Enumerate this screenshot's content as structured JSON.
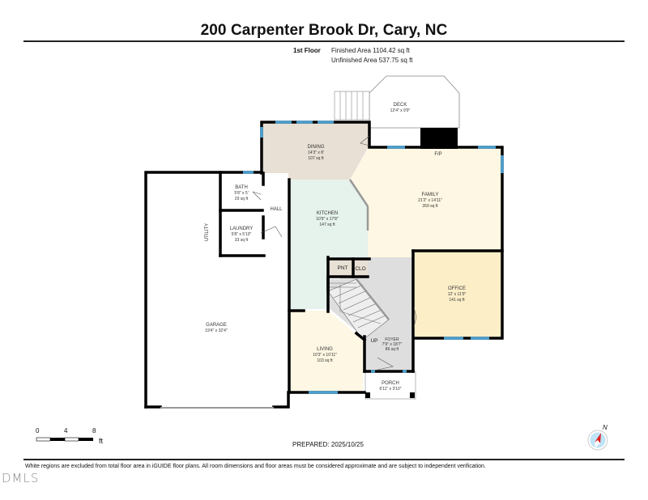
{
  "header": {
    "title": "200 Carpenter Brook Dr, Cary, NC",
    "floor_label": "1st Floor",
    "finished_area": "Finished Area 1104.42 sq ft",
    "unfinished_area": "Unfinished Area 537.75 sq ft"
  },
  "rooms": {
    "deck": {
      "name": "DECK",
      "dims": "12'4\" x 9'9\""
    },
    "dining": {
      "name": "DINING",
      "dims": "14'3\" x 8'",
      "area": "107 sq ft"
    },
    "family": {
      "name": "FAMILY",
      "dims": "21'2\" x 14'11\"",
      "area": "269 sq ft"
    },
    "fireplace": {
      "name": "F/P"
    },
    "bath": {
      "name": "BATH",
      "dims": "5'8\" x 5'",
      "area": "29 sq ft"
    },
    "hall": {
      "name": "HALL"
    },
    "laundry": {
      "name": "LAUNDRY",
      "dims": "5'8\" x 5'10\"",
      "area": "33 sq ft"
    },
    "utility": {
      "name": "UTILITY"
    },
    "kitchen": {
      "name": "KITCHEN",
      "dims": "10'9\" x 17'8\"",
      "area": "147 sq ft"
    },
    "pantry": {
      "name": "PNT"
    },
    "closet": {
      "name": "CLO"
    },
    "office": {
      "name": "OFFICE",
      "dims": "12' x 11'9\"",
      "area": "141 sq ft"
    },
    "garage": {
      "name": "GARAGE",
      "dims": "19'4\" x 32'4\""
    },
    "living": {
      "name": "LIVING",
      "dims": "10'3\" x 10'11\"",
      "area": "103 sq ft"
    },
    "foyer": {
      "name": "FOYER",
      "dims": "7'9\" x 18'7\"",
      "area": "86 sq ft"
    },
    "stairs": {
      "label": "UP"
    },
    "porch": {
      "name": "PORCH",
      "dims": "6'11\" x 3'10\""
    }
  },
  "scale": {
    "ticks": [
      "0",
      "4",
      "8"
    ],
    "unit": "ft"
  },
  "footer": {
    "prepared": "PREPARED: 2025/10/25",
    "disclaimer": "White regions are excluded from total floor area in iGUIDE floor plans. All room dimensions and floor areas must be considered approximate and are subject to independent verification.",
    "watermark": "DMLS",
    "compass_label": "N"
  },
  "colors": {
    "wall": "#000000",
    "window": "#4a9fcf",
    "dining_fill": "#e8e0d4",
    "family_fill": "#fdf7e3",
    "kitchen_fill": "#e6f2ec",
    "bath_fill": "#bfe3f7",
    "laundry_fill": "#e8e0d4",
    "office_fill": "#fcefc8",
    "foyer_fill": "#dedede",
    "living_fill": "#fdf7e3",
    "compass_red": "#e01b1b",
    "compass_blue": "#bfe3f7"
  }
}
